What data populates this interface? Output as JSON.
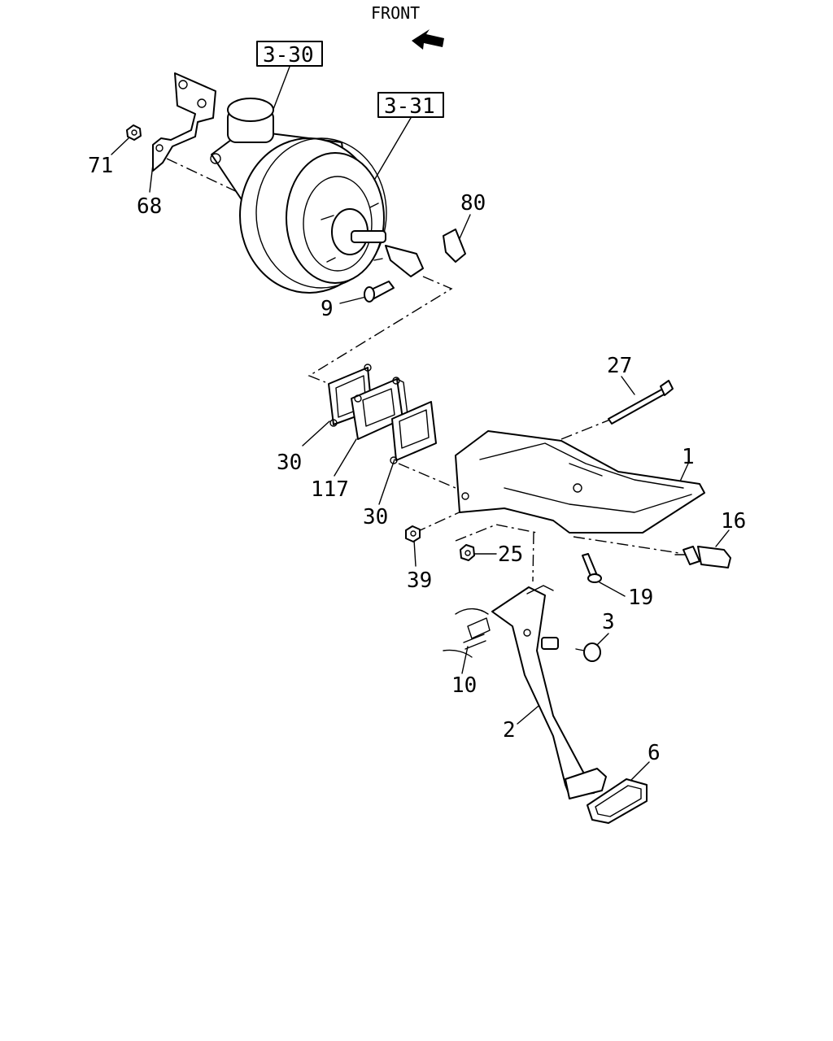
{
  "front_label": "FRONT",
  "refs": {
    "r1": "3-30",
    "r2": "3-31"
  },
  "callouts": {
    "c71": "71",
    "c68": "68",
    "c80": "80",
    "c9": "9",
    "c27": "27",
    "c1": "1",
    "c30a": "30",
    "c117": "117",
    "c30b": "30",
    "c16": "16",
    "c39": "39",
    "c25": "25",
    "c19": "19",
    "c3": "3",
    "c10": "10",
    "c2": "2",
    "c6": "6"
  },
  "icons": {
    "front_arrow": "arrow-left-up-icon"
  }
}
